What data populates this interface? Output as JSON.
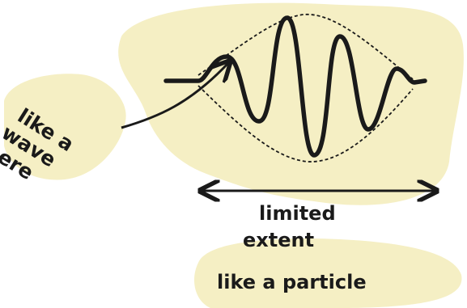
{
  "labels": {
    "wave_here": [
      "like a",
      "wave",
      "here"
    ],
    "extent": [
      "limited",
      "extent"
    ],
    "particle": "like a particle"
  },
  "colors": {
    "ink": "#1a1a1a",
    "highlight": "#f5efc4",
    "background": "#ffffff"
  }
}
